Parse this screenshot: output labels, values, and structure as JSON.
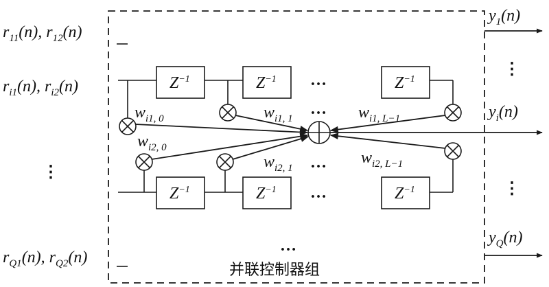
{
  "inputs": {
    "row1": {
      "r_a": "r",
      "sub_a": "11",
      "n_a": "(n), ",
      "r_b": "r",
      "sub_b": "12",
      "n_b": "(n)"
    },
    "rowi": {
      "r_a": "r",
      "sub_a": "i1",
      "n_a": "(n), ",
      "r_b": "r",
      "sub_b": "i2",
      "n_b": "(n)"
    },
    "rowQ": {
      "r_a": "r",
      "sub_a": "Q1",
      "n_a": "(n), ",
      "r_b": "r",
      "sub_b": "Q2",
      "n_b": "(n)"
    },
    "vdots": "⋮"
  },
  "delay": {
    "base": "Z",
    "exp": "−1"
  },
  "weights": {
    "w_i1_0": {
      "base": "w",
      "sub": "i1, 0"
    },
    "w_i1_1": {
      "base": "w",
      "sub": "i1, 1"
    },
    "w_i1_L": {
      "base": "w",
      "sub": "i1, L−1"
    },
    "w_i2_0": {
      "base": "w",
      "sub": "i2, 0"
    },
    "w_i2_1": {
      "base": "w",
      "sub": "i2, 1"
    },
    "w_i2_L": {
      "base": "w",
      "sub": "i2, L−1"
    }
  },
  "outputs": {
    "y1": {
      "base": "y",
      "sub": "1",
      "arg": "(n)"
    },
    "yi": {
      "base": "y",
      "sub": "i",
      "arg": "(n)"
    },
    "yQ": {
      "base": "y",
      "sub": "Q",
      "arg": "(n)"
    }
  },
  "ellipsis": "…",
  "vdots": "⋮",
  "group_label": "并联控制器组"
}
